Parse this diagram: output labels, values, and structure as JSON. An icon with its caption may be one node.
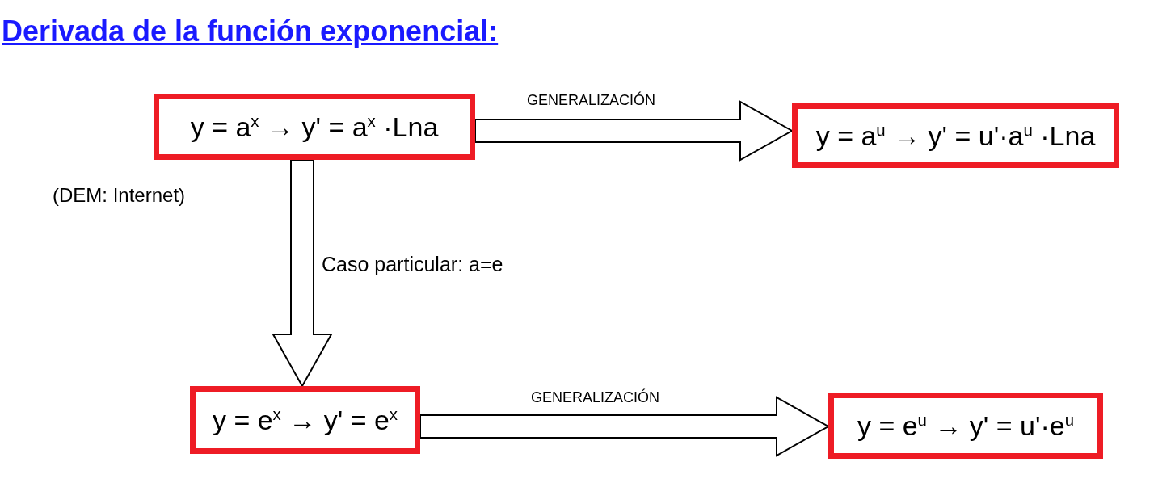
{
  "diagram": {
    "title": "Derivada de la función exponencial:",
    "nodes": [
      {
        "text": [
          "y = a$^{x}$ → y' = a$^{x}$ ·Lna"
        ]
      },
      {
        "text": [
          "y = a$^{u}$ → y' = u'·a$^{u}$ ·Lna"
        ]
      },
      {
        "text": [
          "y = e$^{x}$ → y' = e$^{x}$"
        ]
      },
      {
        "text": [
          "y = e$^{u}$ → y' = u'·e$^{u}$"
        ]
      }
    ],
    "edges": [
      {
        "from": 0,
        "to": 1,
        "arrow": "to",
        "label": "GENERALIZACIÓN"
      },
      {
        "from": 0,
        "to": 2,
        "arrow": "to",
        "label": "Caso particular: a=e"
      },
      {
        "from": 2,
        "to": 3,
        "arrow": "to",
        "label": "GENERALIZACIÓN"
      }
    ],
    "labels": [
      "(DEM: Internet)"
    ]
  }
}
